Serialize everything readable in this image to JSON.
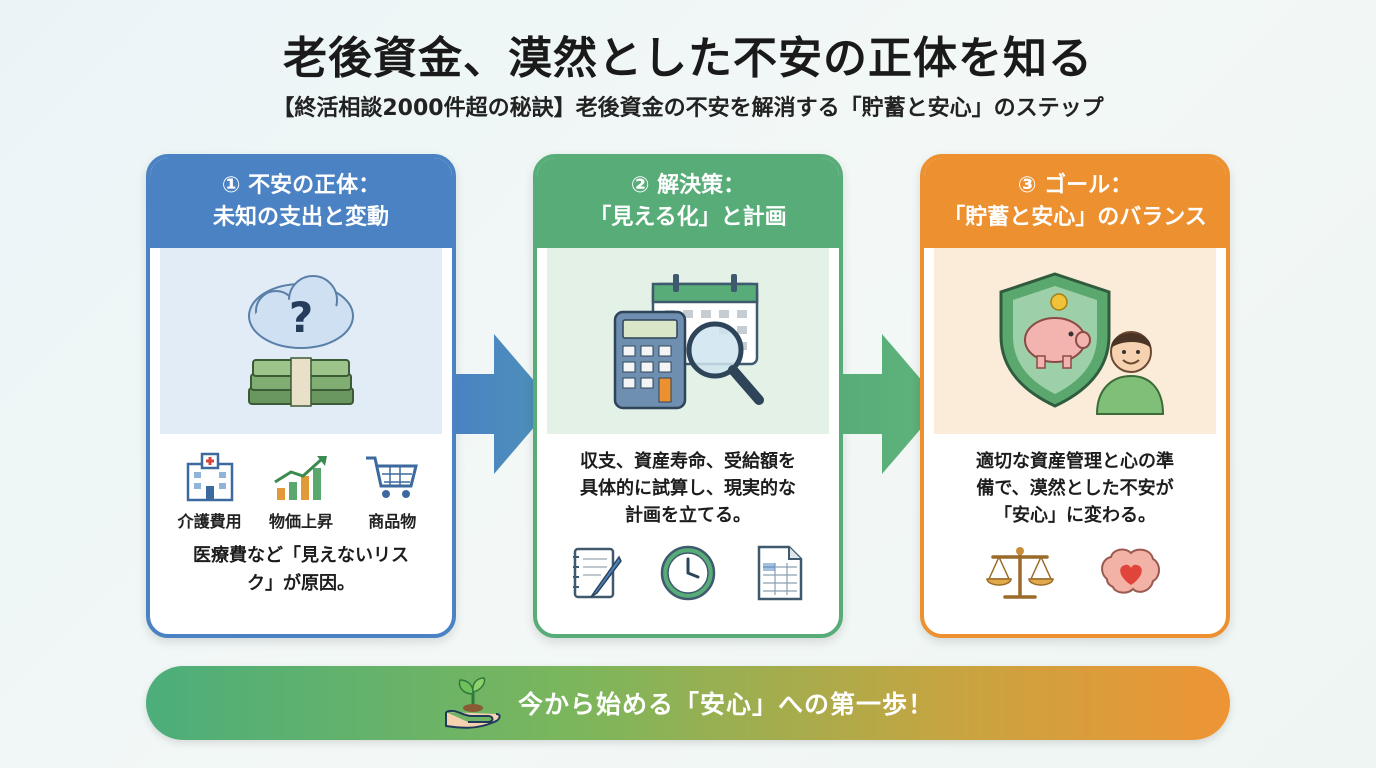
{
  "header": {
    "title": "老後資金、漠然とした不安の正体を知る",
    "subtitle": "【終活相談2000件超の秘訣】老後資金の不安を解消する「貯蓄と安心」のステップ"
  },
  "steps": [
    {
      "heading_line1": "① 不安の正体：",
      "heading_line2": "未知の支出と変動",
      "color": "#4a82c3",
      "illustration": [
        "question-cloud-icon",
        "money-stack-icon"
      ],
      "icons": [
        {
          "icon": "hospital-icon",
          "label": "介護費用"
        },
        {
          "icon": "rising-chart-icon",
          "label": "物価上昇"
        },
        {
          "icon": "shopping-cart-icon",
          "label": "商品物"
        }
      ],
      "text_line1": "医療費など「見えないリス",
      "text_line2": "ク」が原因。"
    },
    {
      "heading_line1": "② 解決策：",
      "heading_line2": "「見える化」と計画",
      "color": "#58ac78",
      "illustration": [
        "calendar-icon",
        "calculator-icon",
        "magnifier-icon"
      ],
      "text_line1": "収支、資産寿命、受給額を",
      "text_line2": "具体的に試算し、現実的な",
      "text_line3": "計画を立てる。",
      "tools": [
        "notebook-pen-icon",
        "clock-icon",
        "spreadsheet-icon"
      ]
    },
    {
      "heading_line1": "③ ゴール：",
      "heading_line2": "「貯蓄と安心」のバランス",
      "color": "#ec9030",
      "illustration": [
        "shield-piggy-bank-icon",
        "smiling-person-icon"
      ],
      "text_line1": "適切な資産管理と心の準",
      "text_line2": "備で、漠然とした不安が",
      "text_line3": "「安心」に変わる。",
      "tools": [
        "balance-scale-icon",
        "brain-heart-icon"
      ]
    }
  ],
  "cta": {
    "icon": "sprout-hand-icon",
    "label": "今から始める「安心」への第一歩！"
  }
}
